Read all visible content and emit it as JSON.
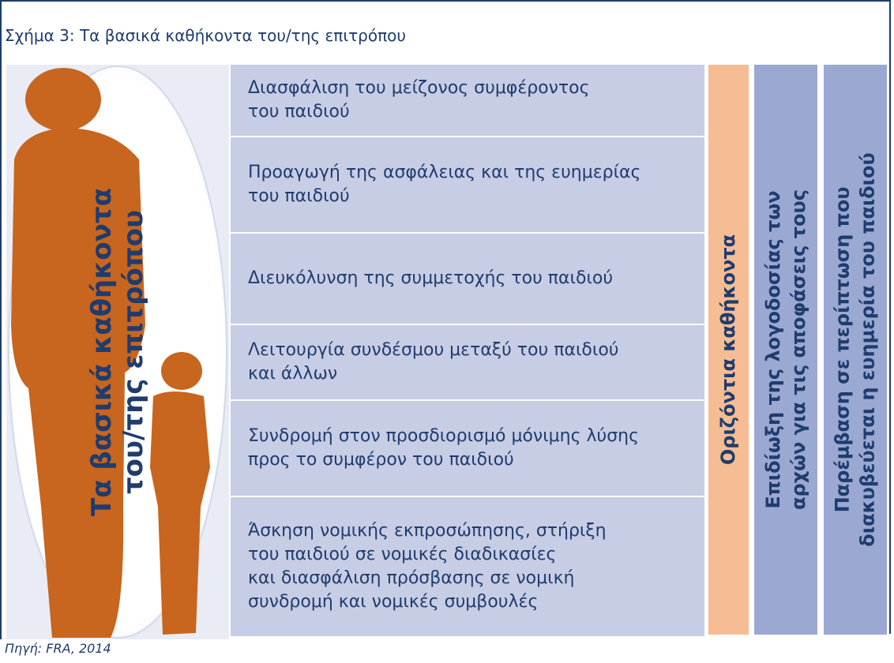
{
  "figure": {
    "title": "Σχήμα 3: Τα βασικά καθήκοντα του/της επιτρόπου",
    "source": "Πηγή: FRA, 2014"
  },
  "oval": {
    "line1": "Τα βασικά καθήκοντα",
    "line2": "του/της επιτρόπου",
    "colors": {
      "figure": "#c8651e",
      "oval_fill": "#ffffff",
      "text": "#1f3c6e"
    }
  },
  "duties": [
    "Διασφάλιση του μείζονος συμφέροντος\nτου παιδιού",
    "Προαγωγή της ασφάλειας και της ευημερίας\nτου παιδιού",
    "Διευκόλυνση της συμμετοχής του παιδιού",
    "Λειτουργία συνδέσμου μεταξύ του παιδιού\nκαι άλλων",
    "Συνδρομή στον προσδιορισμό μόνιμης λύσης\nπρος το συμφέρον του παιδιού",
    "Άσκηση νομικής εκπροσώπησης, στήριξη\nτου παιδιού σε νομικές διαδικασίες\nκαι διασφάλιση πρόσβασης σε νομική\nσυνδρομή και νομικές συμβουλές"
  ],
  "columns": {
    "horizontal_duties": "Οριζόντια καθήκοντα",
    "accountability_line1": "Επιδίωξη της λογοδοσίας των",
    "accountability_line2": "αρχών για τις αποφάσεις τους",
    "intervention_line1": "Παρέμβαση σε περίπτωση που",
    "intervention_line2": "διακυβεύεται η ευημερία του παιδιού"
  },
  "colors": {
    "navy": "#1f3c6e",
    "duty_bg": "#c7cde5",
    "orange_col": "#f6bc94",
    "blue_col": "#9aa8d2"
  }
}
